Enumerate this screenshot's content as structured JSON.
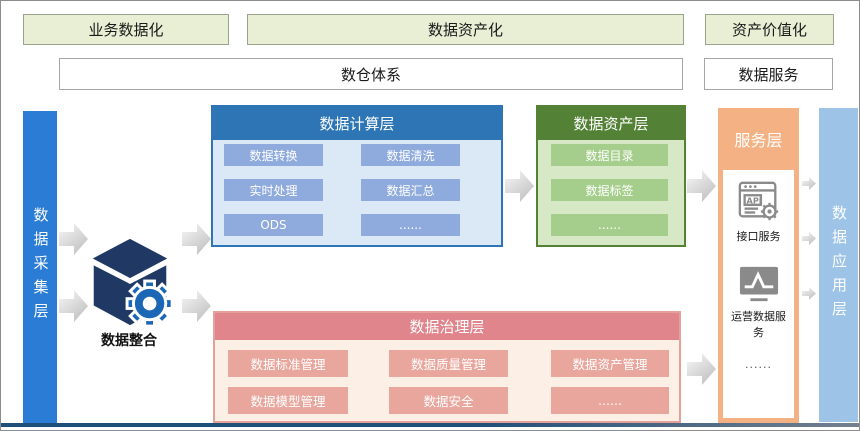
{
  "top_banners": {
    "business": "业务数据化",
    "asset": "数据资产化",
    "value": "资产价值化"
  },
  "row2": {
    "warehouse": "数仓体系",
    "service": "数据服务"
  },
  "left_bar": {
    "label": "数据采集层"
  },
  "integration": {
    "label": "数据整合"
  },
  "compute_layer": {
    "title": "数据计算层",
    "items": [
      "数据转换",
      "数据清洗",
      "实时处理",
      "数据汇总",
      "ODS",
      "......"
    ]
  },
  "asset_layer": {
    "title": "数据资产层",
    "items": [
      "数据目录",
      "数据标签",
      "......"
    ]
  },
  "service_layer": {
    "title": "服务层",
    "items": [
      {
        "icon": "api-icon",
        "label": "接口服务"
      },
      {
        "icon": "line-chart-icon",
        "label": "运营数据服务"
      }
    ],
    "more": "......"
  },
  "governance_layer": {
    "title": "数据治理层",
    "items": [
      "数据标准管理",
      "数据质量管理",
      "数据资产管理",
      "数据模型管理",
      "数据安全",
      "......"
    ]
  },
  "right_bar": {
    "label": "数据应用层"
  },
  "colors": {
    "banner_green": "#E8EFD5",
    "left_bar_blue": "#2B7CD4",
    "right_bar_blue": "#9DC3E6",
    "compute_header": "#2E75B6",
    "compute_body": "#DBE8F6",
    "compute_item": "#8FAADC",
    "asset_header": "#538135",
    "asset_body": "#D6E8C6",
    "asset_item": "#A5CE8C",
    "service_orange": "#F4B183",
    "governance_header": "#E0858C",
    "governance_body": "#FBEFE6",
    "governance_item": "#E9A69D",
    "bottom_line_navy": "#1F4E79",
    "cube_navy": "#1F3864",
    "gear_blue": "#1B67B5"
  }
}
